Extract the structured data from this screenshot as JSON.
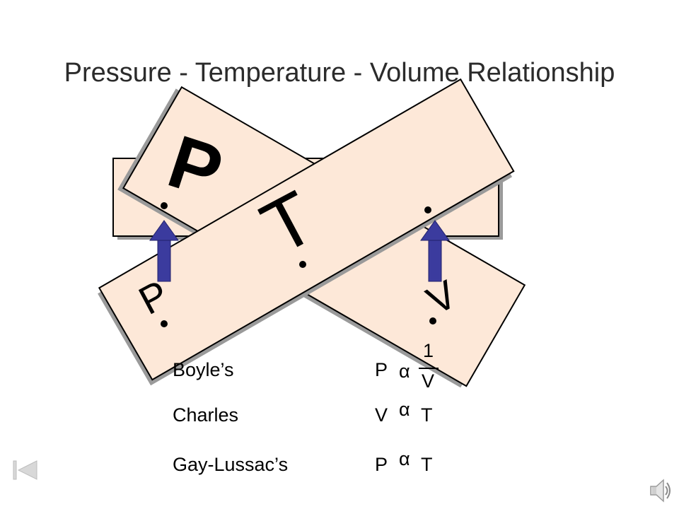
{
  "title": "Pressure - Temperature - Volume Relationship",
  "cards": {
    "back_left_letter": "P",
    "back_right_letter": "V",
    "front_left_letter": "P",
    "front_center_letter": "T",
    "front_right_letter": "V"
  },
  "laws": [
    {
      "name": "Boyle’s",
      "lhs": "P",
      "symbol": "α",
      "numerator": "1",
      "denominator": "V"
    },
    {
      "name": "Charles",
      "lhs": "V",
      "symbol": "α",
      "rhs": "T"
    },
    {
      "name": "Gay-Lussac’s",
      "lhs": "P",
      "symbol": "α",
      "rhs": "T"
    }
  ],
  "colors": {
    "card_fill": "#fde8d8",
    "card_shadow": "#888888",
    "arrow": "#3b3b9e"
  },
  "icons": {
    "nav": "first-slide-icon",
    "sound": "speaker-icon"
  }
}
